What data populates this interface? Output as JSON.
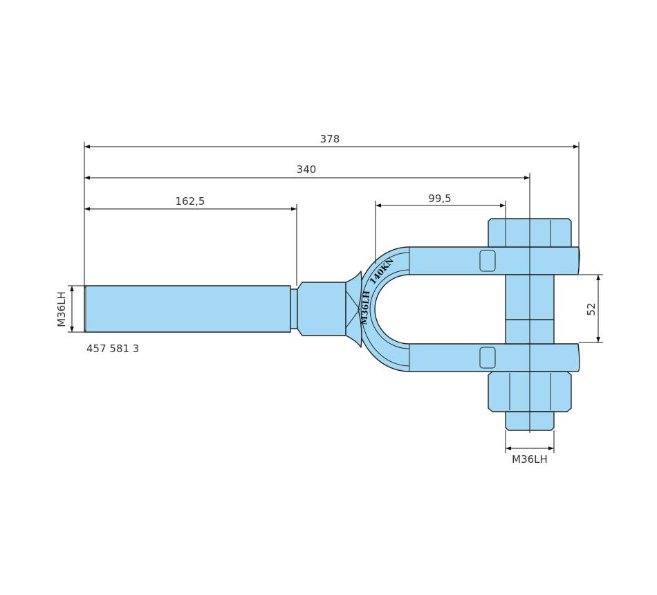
{
  "drawing": {
    "part_number": "457 581 3",
    "fill_color": "#a3d9f5",
    "dimensions": {
      "overall_length": "378",
      "to_bolt_axis": "340",
      "thread_length": "162,5",
      "clevis_depth": "99,5",
      "clevis_gap": "52",
      "shaft_thread": "M36LH",
      "bolt_thread": "M36LH"
    },
    "stamp": {
      "thread": "M36LH",
      "load": "140KN"
    }
  }
}
